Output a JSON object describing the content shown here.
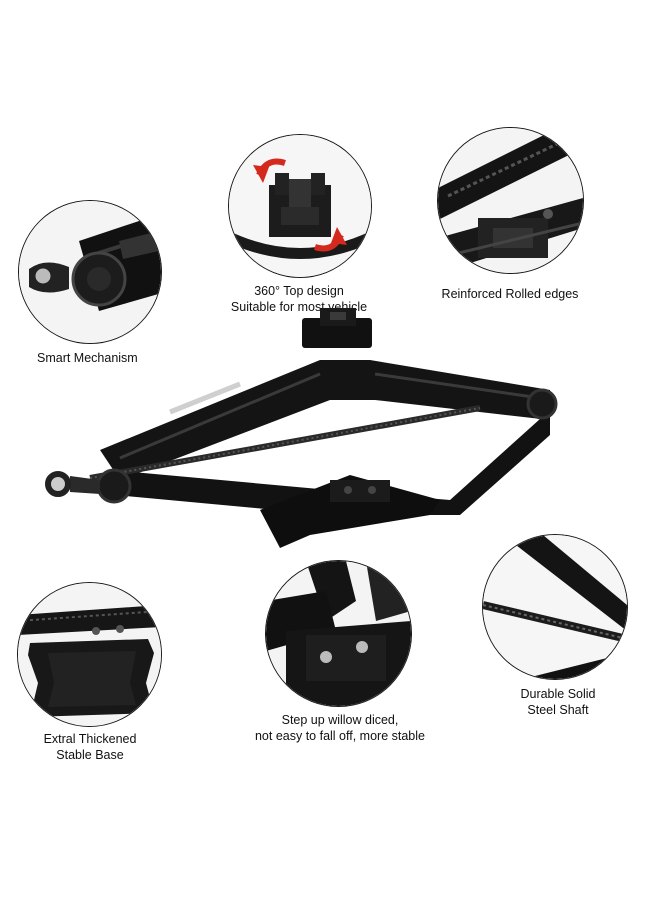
{
  "features": {
    "smart_mechanism": {
      "lines": [
        "Smart Mechanism"
      ]
    },
    "top_design": {
      "lines": [
        "360° Top design",
        "Suitable for most vehicle"
      ]
    },
    "rolled_edges": {
      "lines": [
        "Reinforced Rolled edges"
      ]
    },
    "thickened_base": {
      "lines": [
        "Extral Thickened",
        "Stable Base"
      ]
    },
    "willow_diced": {
      "lines": [
        "Step up willow diced,",
        "not easy to fall off, more stable"
      ]
    },
    "steel_shaft": {
      "lines": [
        "Durable Solid",
        "Steel Shaft"
      ]
    }
  },
  "colors": {
    "jack_black": "#111111",
    "jack_highlight": "#3a3a3a",
    "arrow_red": "#d42a1e",
    "circle_border": "#1a1a1a"
  },
  "icons": [
    "rotate-arrow-icon"
  ]
}
